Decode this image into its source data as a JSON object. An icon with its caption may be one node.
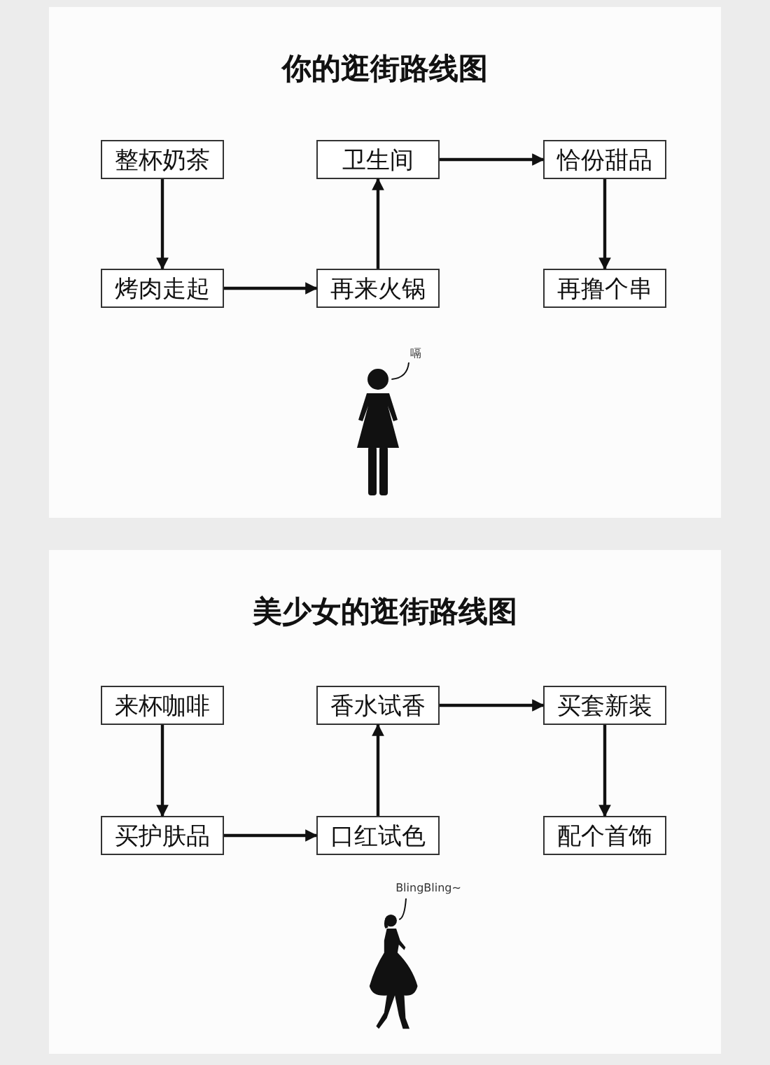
{
  "diagram": {
    "nodes": [
      {
        "text": [
          "你的逛街路线图"
        ]
      },
      {
        "text": [
          "整杯奶茶"
        ],
        "in": 0
      },
      {
        "text": [
          "卫生间"
        ],
        "in": 0
      },
      {
        "text": [
          "恰份甜品"
        ],
        "in": 0
      },
      {
        "text": [
          "烤肉走起"
        ],
        "in": 0
      },
      {
        "text": [
          "再来火锅"
        ],
        "in": 0
      },
      {
        "text": [
          "再撸个串"
        ],
        "in": 0
      },
      {
        "text": [
          "嗝"
        ],
        "in": 0
      },
      {
        "text": [],
        "shape": "person",
        "in": 0
      },
      {
        "text": [
          "美少女的逛街路线图"
        ]
      },
      {
        "text": [
          "来杯咖啡"
        ],
        "in": 9
      },
      {
        "text": [
          "香水试香"
        ],
        "in": 9
      },
      {
        "text": [
          "买套新装"
        ],
        "in": 9
      },
      {
        "text": [
          "买护肤品"
        ],
        "in": 9
      },
      {
        "text": [
          "口红试色"
        ],
        "in": 9
      },
      {
        "text": [
          "配个首饰"
        ],
        "in": 9
      },
      {
        "text": [
          "BlingBling~"
        ],
        "in": 9
      },
      {
        "text": [],
        "shape": "person",
        "in": 9
      }
    ],
    "edges": [
      {
        "from": 1,
        "to": 4,
        "arrow": "to"
      },
      {
        "from": 4,
        "to": 5,
        "arrow": "to"
      },
      {
        "from": 5,
        "to": 2,
        "arrow": "to"
      },
      {
        "from": 2,
        "to": 3,
        "arrow": "to"
      },
      {
        "from": 3,
        "to": 6,
        "arrow": "to"
      },
      {
        "from": 7,
        "to": 8,
        "arrow": "none"
      },
      {
        "from": 10,
        "to": 13,
        "arrow": "to"
      },
      {
        "from": 13,
        "to": 14,
        "arrow": "to"
      },
      {
        "from": 14,
        "to": 11,
        "arrow": "to"
      },
      {
        "from": 11,
        "to": 12,
        "arrow": "to"
      },
      {
        "from": 12,
        "to": 15,
        "arrow": "to"
      },
      {
        "from": 16,
        "to": 17,
        "arrow": "none"
      }
    ]
  }
}
